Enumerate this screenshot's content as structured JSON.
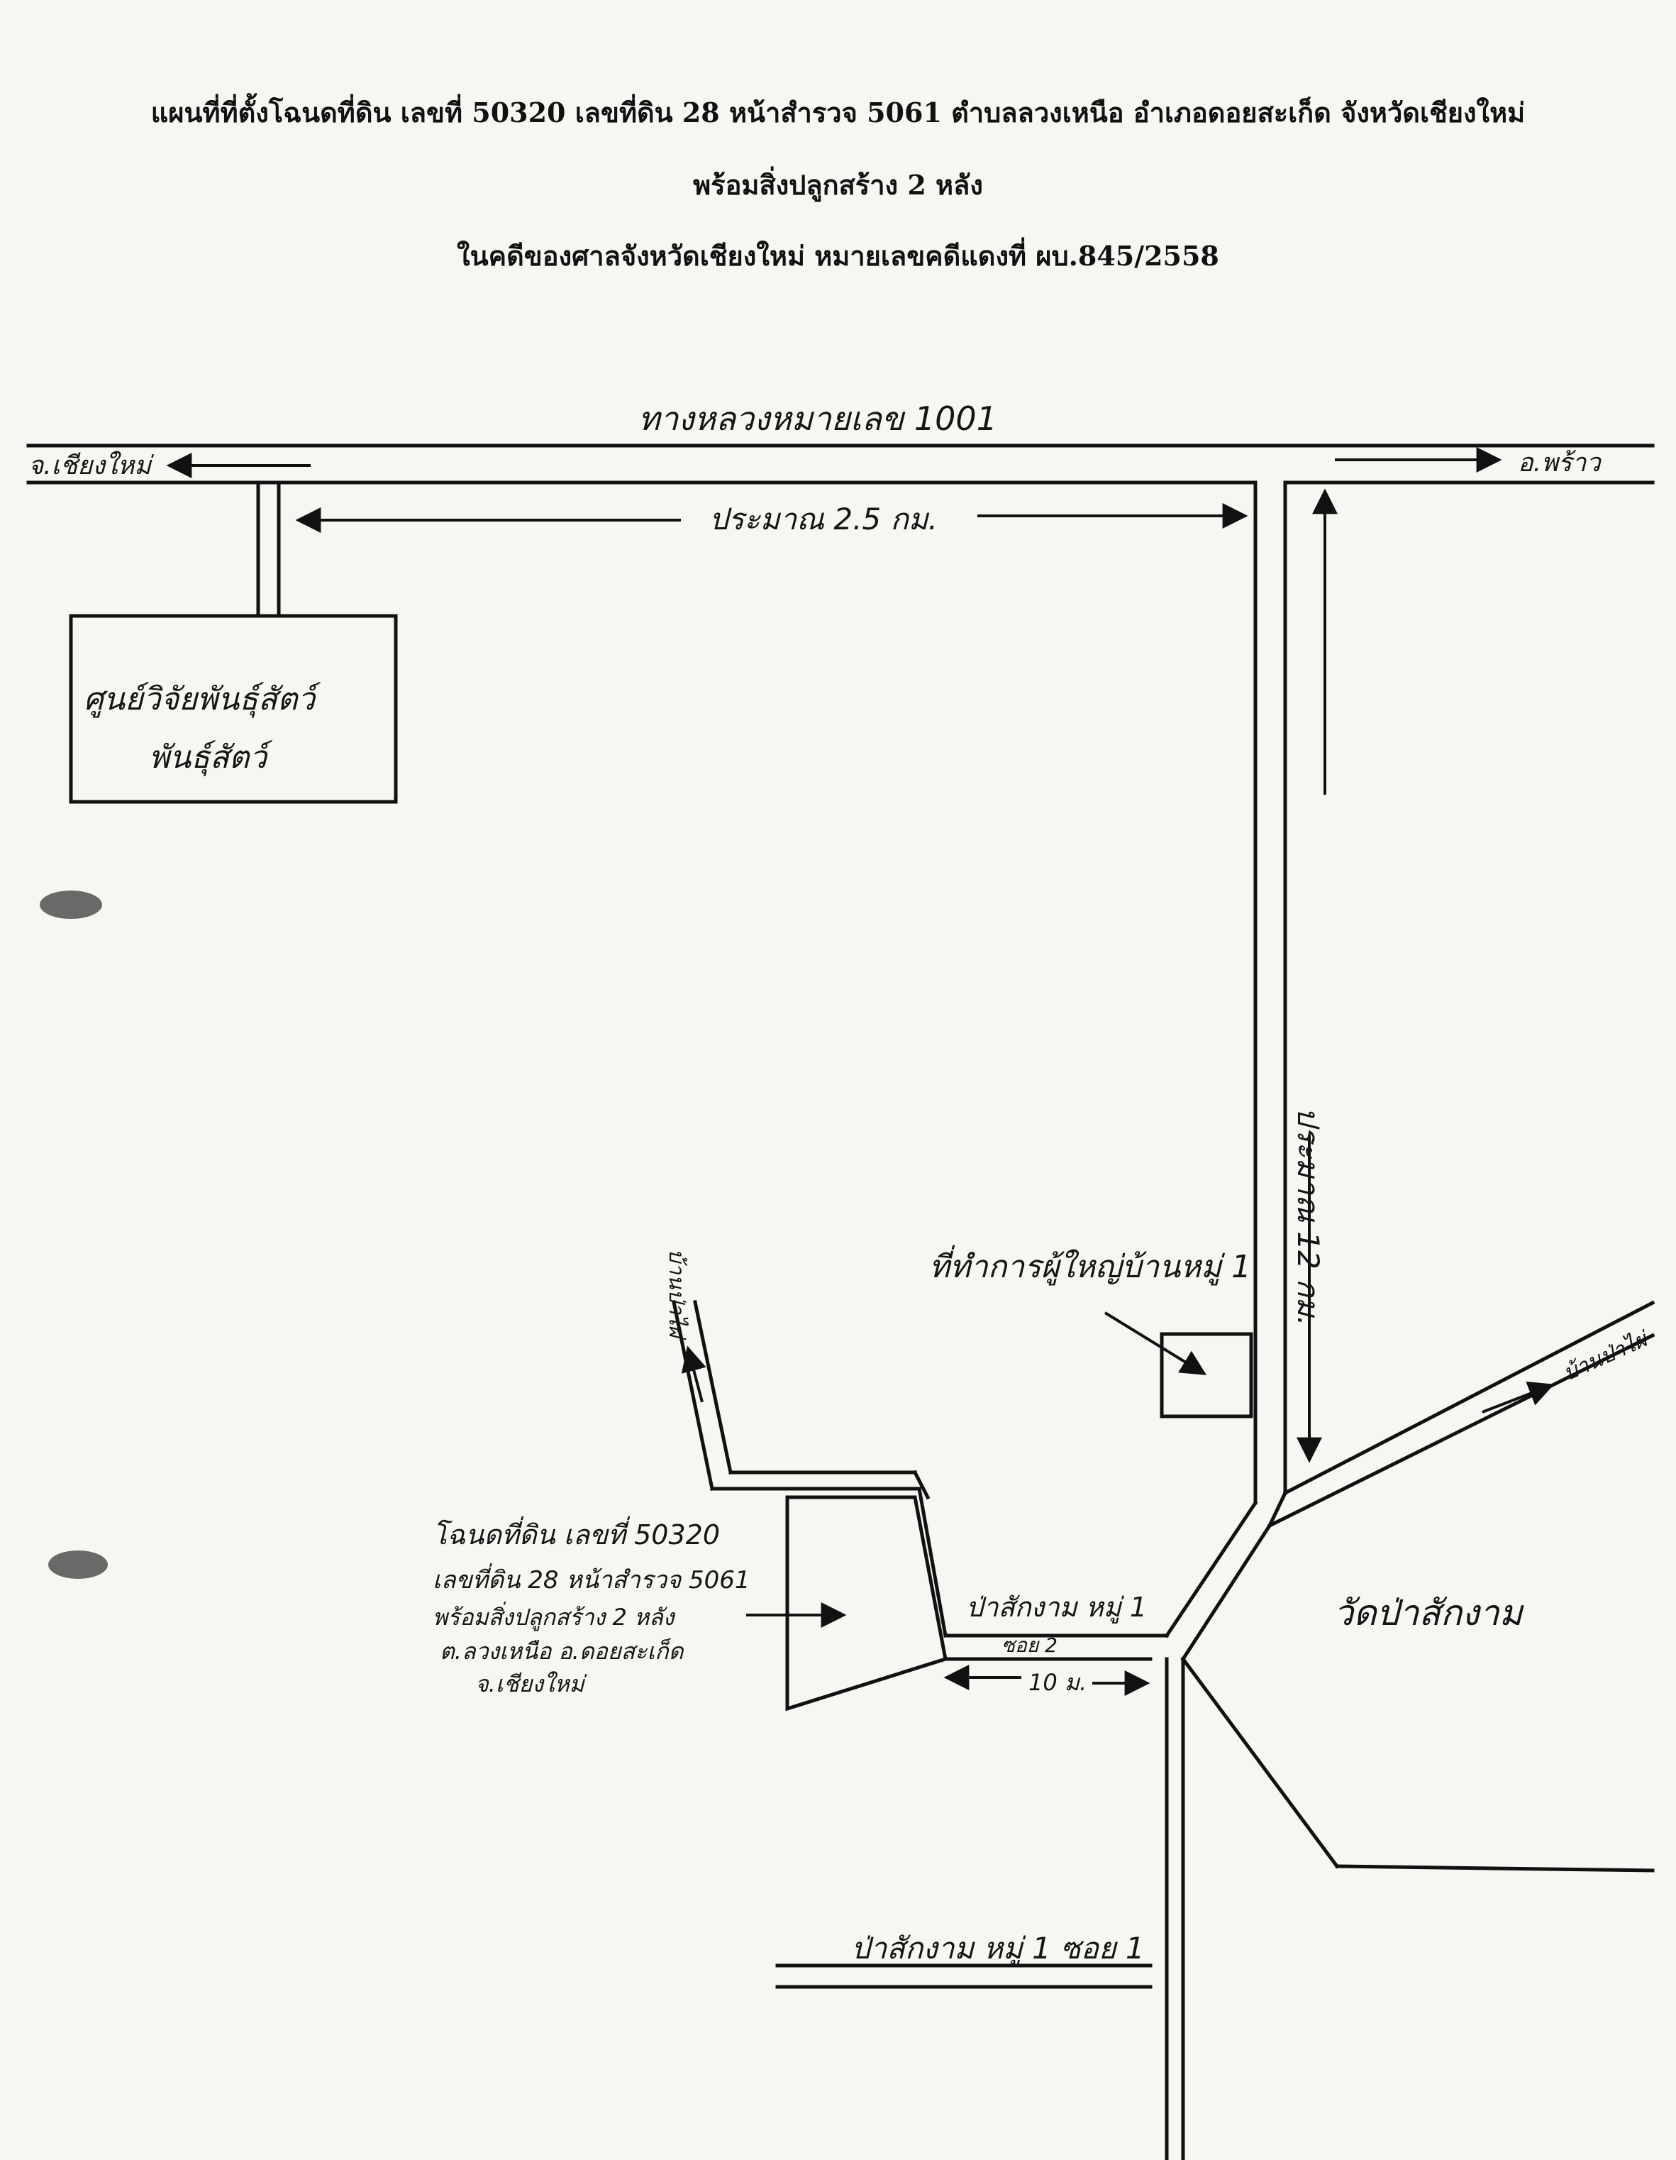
{
  "header": {
    "line1": "แผนที่ที่ตั้งโฉนดที่ดิน เลขที่ 50320  เลขที่ดิน 28  หน้าสำรวจ 5061  ตำบลลวงเหนือ  อำเภอดอยสะเก็ด  จังหวัดเชียงใหม่",
    "line2": "พร้อมสิ่งปลูกสร้าง 2 หลัง",
    "line3": "ในคดีของศาลจังหวัดเชียงใหม่  หมายเลขคดีแดงที่  ผบ.845/2558"
  },
  "map": {
    "main_road": "ทางหลวงหมายเลข 1001",
    "to_chiangmai": "จ.เชียงใหม่",
    "to_phrao": "อ.พร้าว",
    "distance_west": "ประมาณ 2.5 กม.",
    "distance_south": "ประมาณ 12 กม.",
    "research_center_line1": "ศูนย์วิจัยพันธุ์สัตว์",
    "research_center_line2": "พันธุ์สัตว์",
    "village_office": "ที่ทำการผู้ใหญ่บ้านหมู่ 1",
    "to_village_north": "บ้านป่าไผ่",
    "to_village_east": "บ้านป่าไผ่",
    "plot_line1": "โฉนดที่ดิน เลขที่ 50320",
    "plot_line2": "เลขที่ดิน 28 หน้าสำรวจ 5061",
    "plot_line3": "พร้อมสิ่งปลูกสร้าง 2 หลัง",
    "plot_line4": "ต.ลวงเหนือ อ.ดอยสะเก็ด",
    "plot_line5": "จ.เชียงใหม่",
    "soi2_label": "ป่าสักงาม หมู่ 1",
    "soi2_number": "ซอย 2",
    "distance_soi": "10 ม.",
    "temple": "วัดป่าสักงาม",
    "soi1_label": "ป่าสักงาม หมู่ 1 ซอย 1"
  }
}
